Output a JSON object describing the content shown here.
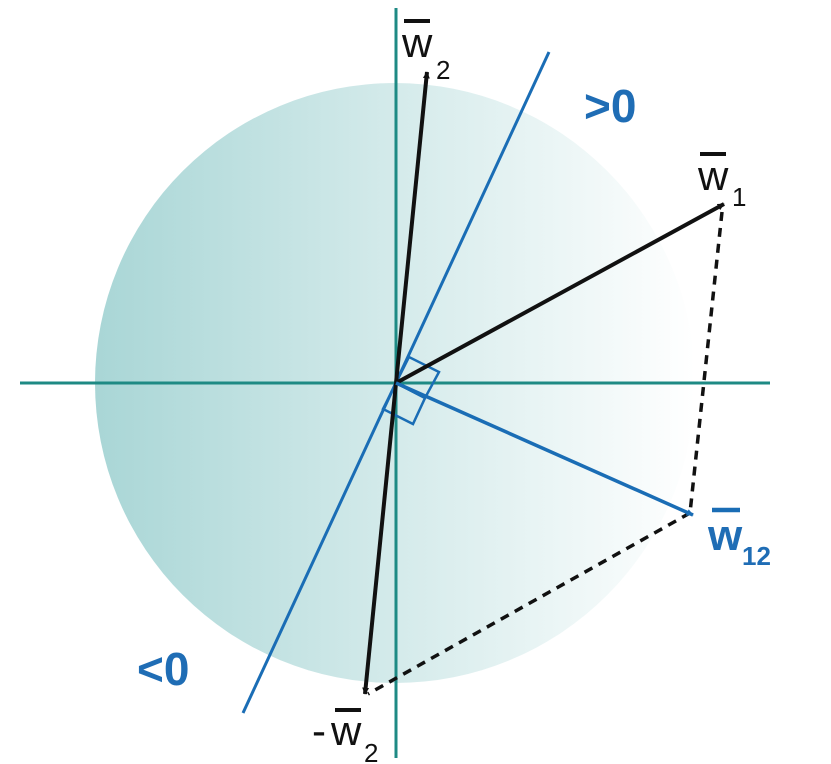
{
  "colors": {
    "axis": "#1e8a84",
    "boundary": "#1a6db5",
    "vector": "#111111",
    "w12": "#1a6db5",
    "circle_dark": "#a9d6d6",
    "circle_light": "#ffffff"
  },
  "labels": {
    "w1": {
      "name": "w",
      "sub": "1"
    },
    "w2": {
      "name": "w",
      "sub": "2"
    },
    "neg_w2": {
      "prefix": "-",
      "name": "w",
      "sub": "2"
    },
    "w12": {
      "name": "w",
      "sub": "12"
    }
  },
  "regions": {
    "positive": ">0",
    "negative": "<0"
  }
}
